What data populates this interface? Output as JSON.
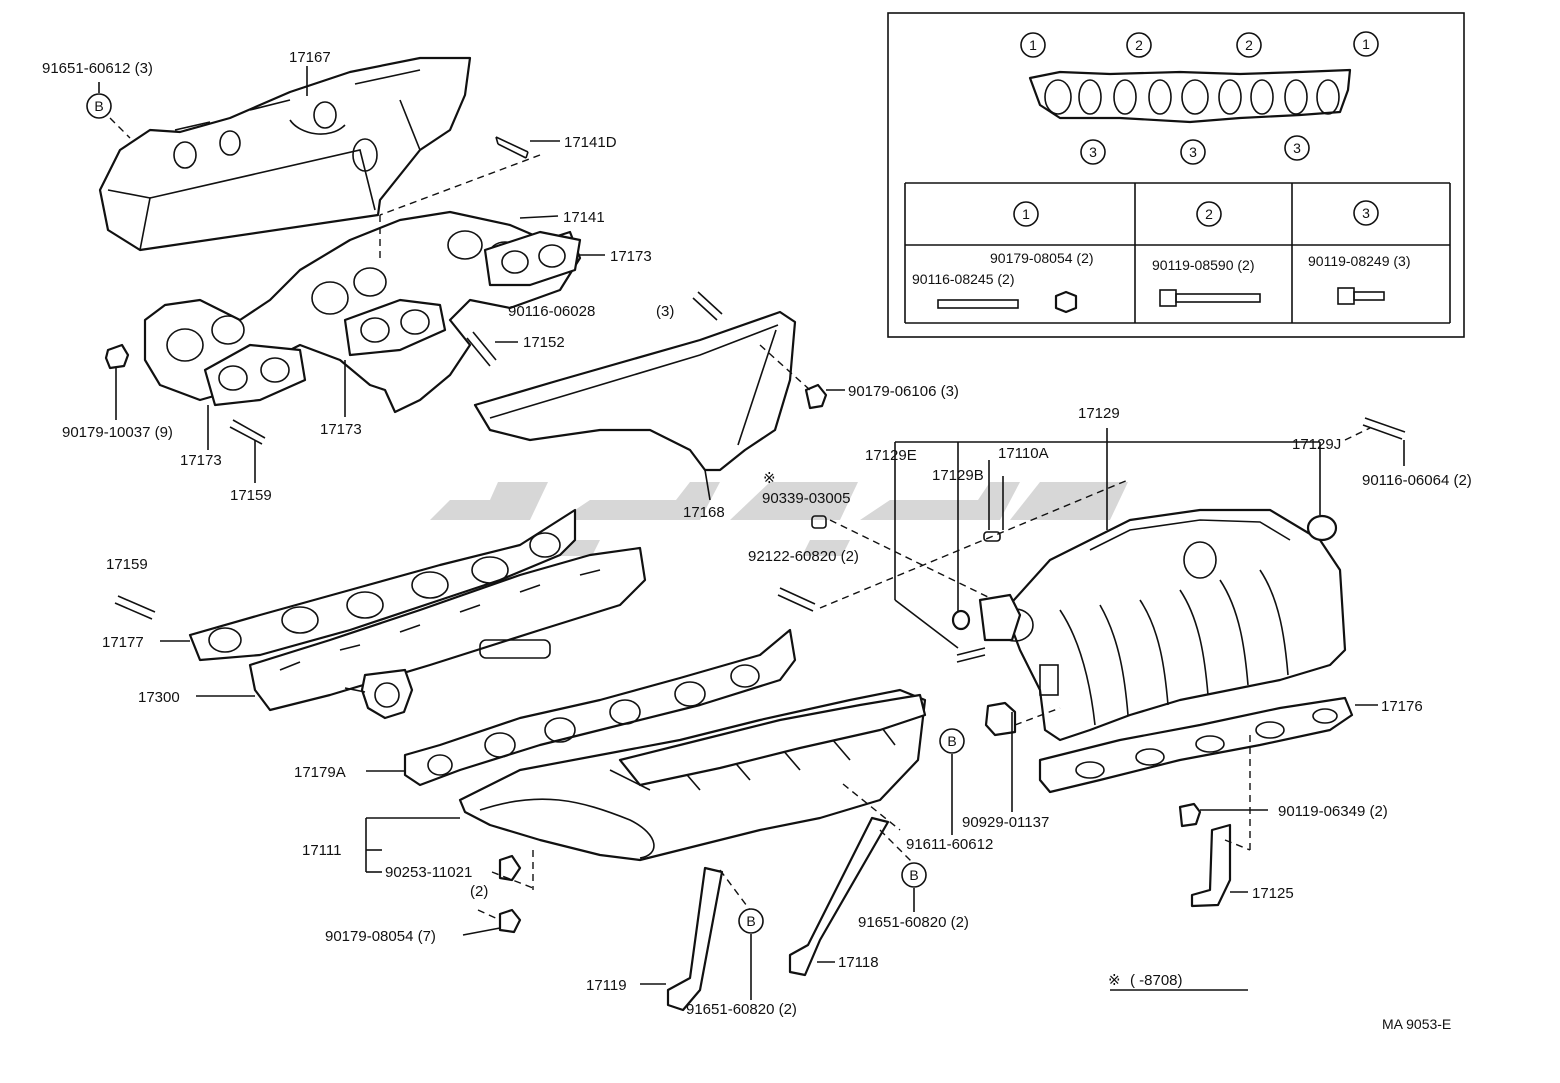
{
  "diagram": {
    "ref_code": "MA 9053-E",
    "footnote_mark": "※",
    "footnote_text": "(      -8708)",
    "parts": {
      "p17167": "17167",
      "p91651_60612_3": "91651-60612 (3)",
      "p17141D": "17141D",
      "p17141": "17141",
      "p17173a": "17173",
      "p17173b": "17173",
      "p17173c": "17173",
      "p90116_06028": "90116-06028",
      "p90116_06028_qty": "(3)",
      "p17152": "17152",
      "p90179_10037": "90179-10037 (9)",
      "p17159a": "17159",
      "p17159b": "17159",
      "p90179_06106": "90179-06106 (3)",
      "p17168": "17168",
      "p90339_03005": "90339-03005",
      "p92122_60820": "92122-60820 (2)",
      "p17129": "17129",
      "p17129E": "17129E",
      "p17129B": "17129B",
      "p17110A": "17110A",
      "p17129J": "17129J",
      "p90116_06064": "90116-06064 (2)",
      "p17177": "17177",
      "p17300": "17300",
      "p17176": "17176",
      "p17179A": "17179A",
      "p17111": "17111",
      "p90253_11021": "90253-11021",
      "p90253_qty": "(2)",
      "p90179_08054_7": "90179-08054 (7)",
      "p90929_01137": "90929-01137",
      "p91611_60612": "91611-60612",
      "p90119_06349": "90119-06349 (2)",
      "p91651_60820_a": "91651-60820 (2)",
      "p91651_60820_b": "91651-60820 (2)",
      "p17125": "17125",
      "p17118": "17118",
      "p17119": "17119"
    },
    "markers": {
      "b": "B",
      "n1": "1",
      "n2": "2",
      "n3": "3"
    },
    "inset": {
      "col1_header": "1",
      "col2_header": "2",
      "col3_header": "3",
      "c1_bolt_a": "90179-08054 (2)",
      "c1_bolt_b": "90116-08245 (2)",
      "c2_bolt": "90119-08590 (2)",
      "c3_bolt": "90119-08249 (3)"
    },
    "watermark": "ﺕﻬﯿﻪ"
  }
}
